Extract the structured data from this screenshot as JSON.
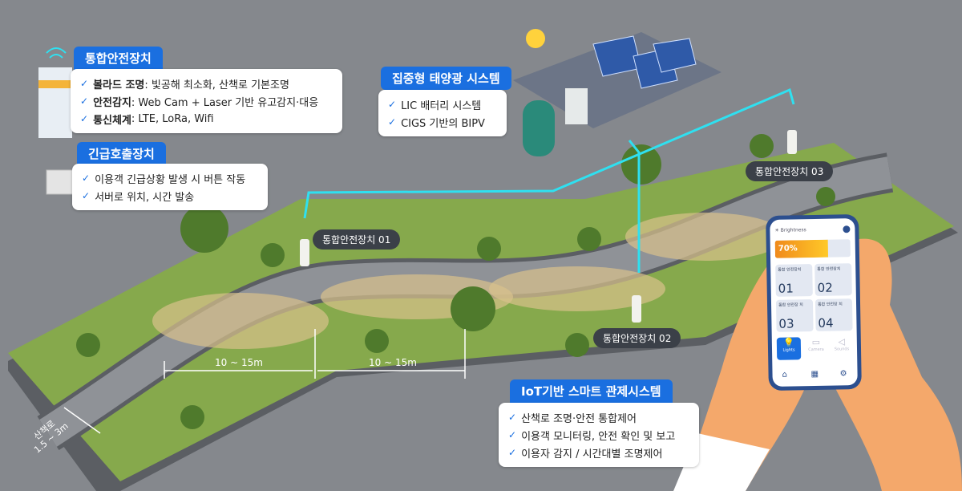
{
  "safety_device": {
    "title": "통합안전장치",
    "items": [
      {
        "key": "볼라드 조명",
        "value": " : 빛공해 최소화, 산책로 기본조명"
      },
      {
        "key": "안전감지",
        "value": " : Web Cam + Laser 기반 유고감지·대응"
      },
      {
        "key": "통신체계",
        "value": " : LTE, LoRa, Wifi"
      }
    ]
  },
  "emergency_device": {
    "title": "긴급호출장치",
    "items": [
      "이용객 긴급상황 발생 시 버튼 작동",
      "서버로 위치, 시간 발송"
    ]
  },
  "solar_system": {
    "title": "집중형 태양광 시스템",
    "items": [
      "LIC 배터리 시스템",
      "CIGS 기반의 BIPV"
    ]
  },
  "iot_system": {
    "title": "IoT기반 스마트 관제시스템",
    "items": [
      "산책로 조명·안전 통합제어",
      "이용객 모니터링, 안전 확인 및 보고",
      "이용자 감지 / 시간대별 조명제어"
    ]
  },
  "labels": {
    "device_01": "통합안전장치 01",
    "device_02": "통합안전장치 02",
    "device_03": "통합안전장치 03",
    "distance_1": "10 ~ 15m",
    "distance_2": "10 ~ 15m",
    "path_width_label": "산책로",
    "path_width_value": "1.5 ~ 3m"
  },
  "phone": {
    "header": "Brightness",
    "brightness_percent": 70,
    "brightness_label": "70%",
    "tiles": [
      {
        "label": "통합 안전장치",
        "num": "01"
      },
      {
        "label": "통합 안전장치",
        "num": "02"
      },
      {
        "label": "통합 안전장 치",
        "num": "03"
      },
      {
        "label": "통합 안전장 치",
        "num": "04"
      }
    ],
    "modes": [
      "Lights",
      "Camera",
      "Sounds"
    ],
    "colors": {
      "accent": "#1a6fe0",
      "bar_start": "#f08a1c",
      "bar_end": "#ffc928"
    }
  }
}
